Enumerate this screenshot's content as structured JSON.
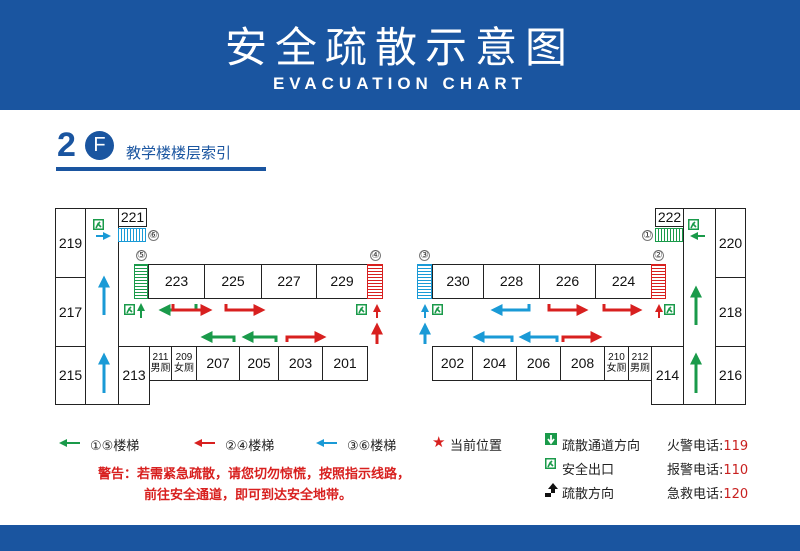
{
  "header": {
    "title": "安全疏散示意图",
    "subtitle": "EVACUATION CHART"
  },
  "floor": {
    "number": "2",
    "letter": "F",
    "label": "教学楼楼层索引"
  },
  "rooms": {
    "r219": "219",
    "r217": "217",
    "r215": "215",
    "r221": "221",
    "r223": "223",
    "r225": "225",
    "r227": "227",
    "r229": "229",
    "r213": "213",
    "r211": "211",
    "r209": "209",
    "r207": "207",
    "r205": "205",
    "r203": "203",
    "r201": "201",
    "r230": "230",
    "r228": "228",
    "r226": "226",
    "r224": "224",
    "r222": "222",
    "r220": "220",
    "r218": "218",
    "r216": "216",
    "r202": "202",
    "r204": "204",
    "r206": "206",
    "r208": "208",
    "r210": "210",
    "r212": "212",
    "r214": "214",
    "mens": "男厕",
    "womens": "女厕"
  },
  "stairs": {
    "s1": "①",
    "s2": "②",
    "s3": "③",
    "s4": "④",
    "s5": "⑤",
    "s6": "⑥"
  },
  "legend": {
    "green": "①⑤楼梯",
    "red": "②④楼梯",
    "blue": "③⑥楼梯",
    "current": "当前位置",
    "channel": "疏散通道方向",
    "exit": "安全出口",
    "direction": "疏散方向"
  },
  "phones": {
    "fire_label": "火警电话:",
    "fire": "119",
    "police_label": "报警电话:",
    "police": "110",
    "ambulance_label": "急救电话:",
    "ambulance": "120"
  },
  "warning": {
    "line1": "警告：若需紧急疏散，请您切勿惊慌，按照指示线路，",
    "line2": "前往安全通道，即可到达安全地带。"
  },
  "colors": {
    "brand": "#1a55a0",
    "green": "#1a9a4a",
    "red": "#d8201f",
    "blue": "#1a9ad6"
  }
}
